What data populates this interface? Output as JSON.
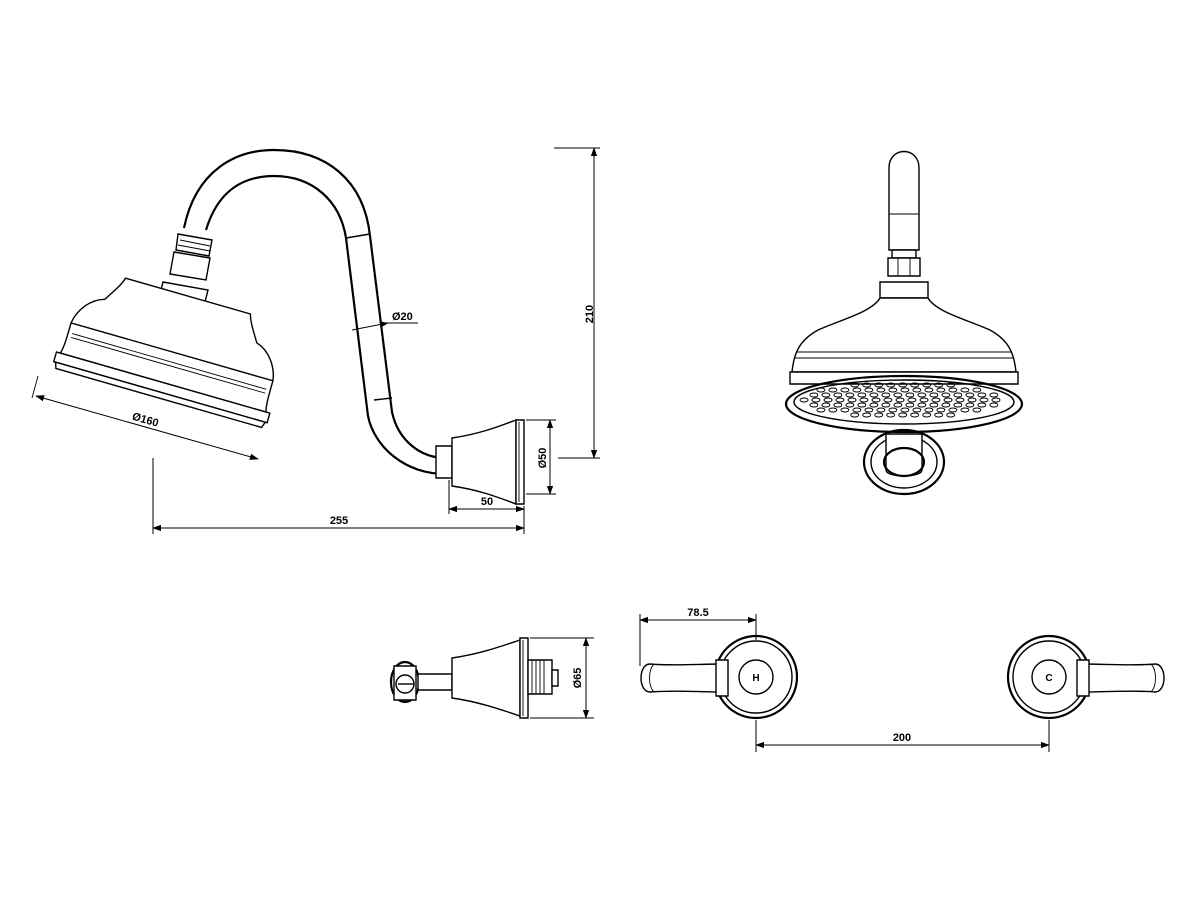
{
  "dimensions": {
    "head_diameter": "Ø160",
    "arm_diameter": "Ø20",
    "height": "210",
    "flange_diameter": "Ø50",
    "flange_depth": "50",
    "total_projection": "255",
    "valve_diameter": "Ø65",
    "handle_length": "78.5",
    "handle_spacing": "200"
  },
  "handles": {
    "hot": "H",
    "cold": "C"
  },
  "colors": {
    "line": "#000000",
    "background": "#ffffff"
  }
}
